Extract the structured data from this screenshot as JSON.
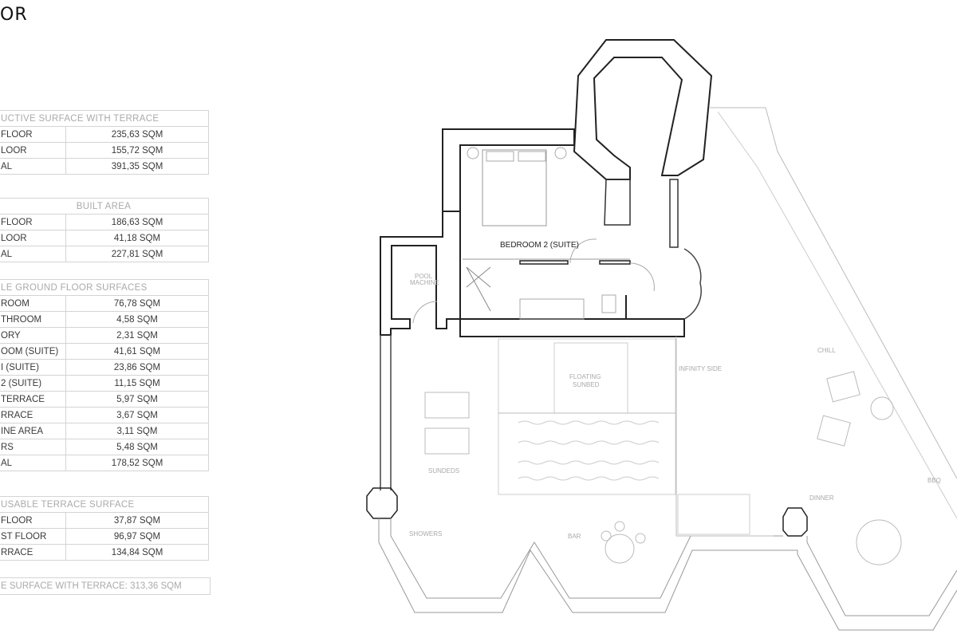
{
  "title": "OR",
  "tables": {
    "constructive": {
      "header": "UCTIVE SURFACE WITH TERRACE",
      "rows": [
        {
          "label": "FLOOR",
          "value": "235,63 SQM"
        },
        {
          "label": "LOOR",
          "value": "155,72 SQM"
        },
        {
          "label": "AL",
          "value": "391,35 SQM"
        }
      ]
    },
    "built": {
      "header": "BUILT AREA",
      "rows": [
        {
          "label": "FLOOR",
          "value": "186,63 SQM"
        },
        {
          "label": "LOOR",
          "value": "41,18 SQM"
        },
        {
          "label": "AL",
          "value": "227,81 SQM"
        }
      ]
    },
    "ground": {
      "header": "LE GROUND FLOOR SURFACES",
      "rows": [
        {
          "label": "ROOM",
          "value": "76,78 SQM"
        },
        {
          "label": "THROOM",
          "value": "4,58 SQM"
        },
        {
          "label": "ORY",
          "value": "2,31 SQM"
        },
        {
          "label": "OOM (SUITE)",
          "value": "41,61 SQM"
        },
        {
          "label": "I (SUITE)",
          "value": "23,86 SQM"
        },
        {
          "label": "2 (SUITE)",
          "value": "11,15 SQM"
        },
        {
          "label": "TERRACE",
          "value": "5,97 SQM"
        },
        {
          "label": "RRACE",
          "value": "3,67 SQM"
        },
        {
          "label": "INE AREA",
          "value": "3,11 SQM"
        },
        {
          "label": "RS",
          "value": "5,48 SQM"
        },
        {
          "label": "AL",
          "value": "178,52 SQM"
        }
      ]
    },
    "terrace": {
      "header": "USABLE TERRACE SURFACE",
      "rows": [
        {
          "label": "FLOOR",
          "value": "37,87 SQM"
        },
        {
          "label": "ST FLOOR",
          "value": "96,97 SQM"
        },
        {
          "label": "RRACE",
          "value": "134,84 SQM"
        }
      ]
    }
  },
  "total": "E SURFACE WITH TERRACE:  313,36 SQM",
  "plan": {
    "bedroom": "BEDROOM 2 (SUITE)",
    "pool_machine_1": "POOL",
    "pool_machine_2": "MACHINE",
    "floating_1": "FLOATING",
    "floating_2": "SUNBED",
    "infinity": "INFINITY SIDE",
    "chill": "CHILL",
    "sundeds": "SUNDEDS",
    "showers": "SHOWERS",
    "bar": "BAR",
    "dinner": "DINNER",
    "bbq": "BBQ"
  }
}
